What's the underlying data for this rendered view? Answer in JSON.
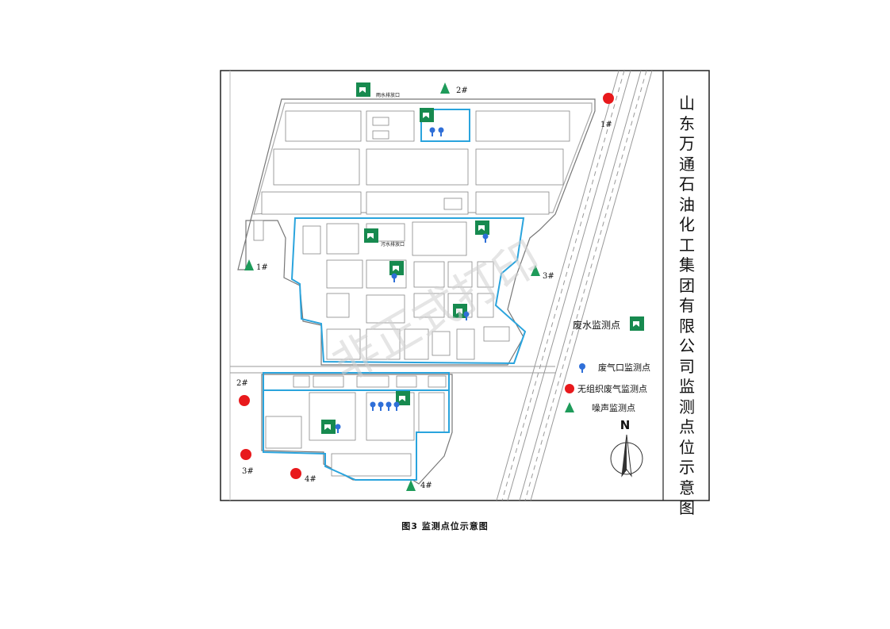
{
  "title": "山东万通石油化工集团有限公司监测点位示意图",
  "caption": "图3  监测点位示意图",
  "watermark": "非正式打印",
  "compass": "N",
  "legend": {
    "wastewater": "废水监测点",
    "exhaust": "废气口监测点",
    "fugitive": "无组织废气监测点",
    "noise": "噪声监测点"
  },
  "map_labels": {
    "rain_outlet": "雨水排放口",
    "sewage_outlet": "污水排放口"
  },
  "noise_points": [
    "1#",
    "2#",
    "3#",
    "4#"
  ],
  "fugitive_points": [
    "1#",
    "2#",
    "3#",
    "4#"
  ],
  "colors": {
    "noise": "#1e9b5a",
    "fugitive": "#e8191c",
    "exhaust": "#2f6fd8",
    "boundary": "#2aa4dd",
    "wastewater": "#178a4f",
    "roads": "#888888"
  }
}
